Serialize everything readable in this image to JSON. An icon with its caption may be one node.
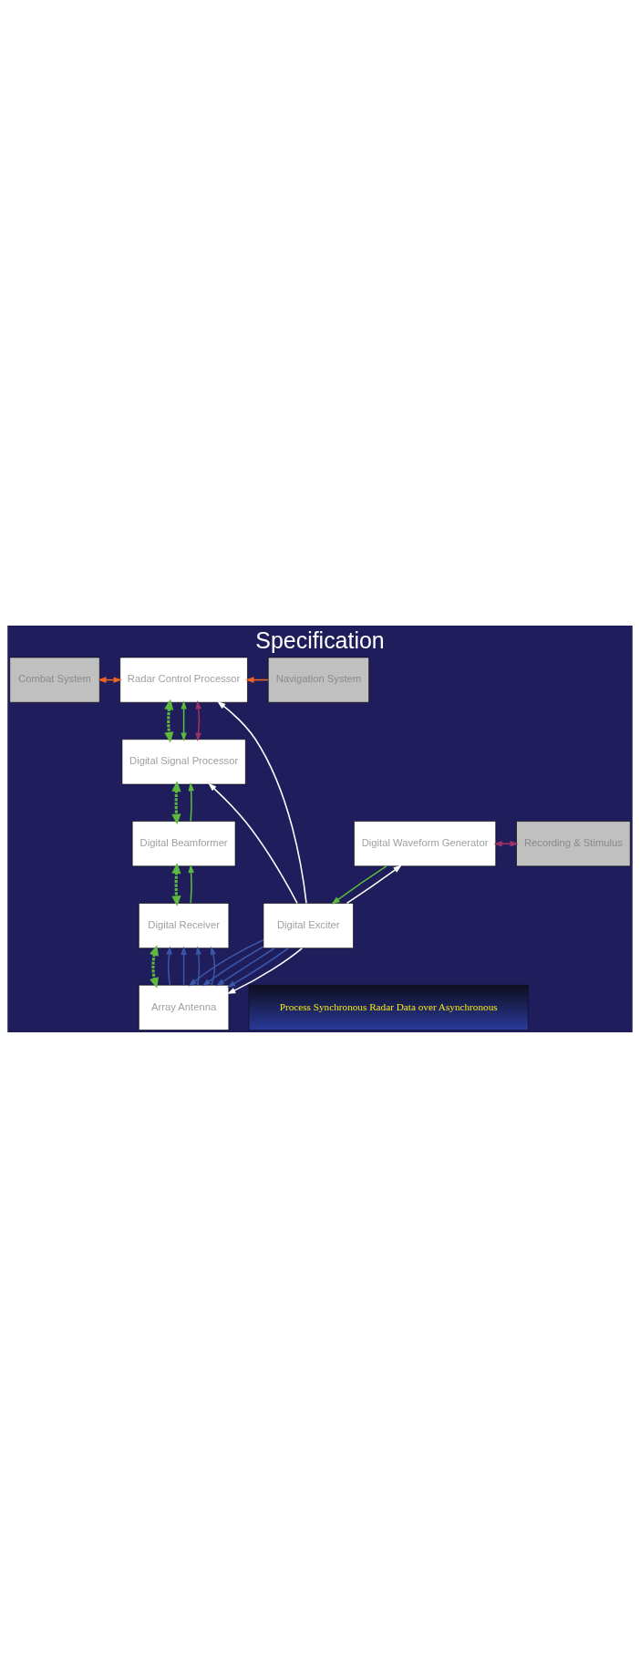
{
  "diagram": {
    "title": "Specification",
    "nodes": [
      {
        "text": [
          "Combat System"
        ]
      },
      {
        "text": [
          "Radar Control Processor"
        ]
      },
      {
        "text": [
          "Navigation System"
        ]
      },
      {
        "text": [
          "Digital Signal Processor"
        ]
      },
      {
        "text": [
          "Digital Beamformer"
        ]
      },
      {
        "text": [
          "Digital Waveform Generator"
        ]
      },
      {
        "text": [
          "Recording & Stimulus"
        ]
      },
      {
        "text": [
          "Digital Receiver"
        ]
      },
      {
        "text": [
          "Digital Exciter"
        ]
      },
      {
        "text": [
          "Array Antenna"
        ]
      },
      {
        "text": [
          "Process Synchronous Radar Data over Asynchronous"
        ]
      }
    ],
    "edges": [
      {
        "from": 0,
        "to": 1,
        "arrow": "both",
        "color": "#f26522"
      },
      {
        "from": 2,
        "to": 1,
        "arrow": "to",
        "color": "#f26522"
      },
      {
        "from": 1,
        "to": 3,
        "arrow": "both",
        "style": "dashed",
        "color": "#5dba3c"
      },
      {
        "from": 3,
        "to": 4,
        "arrow": "both",
        "style": "dashed",
        "color": "#5dba3c"
      },
      {
        "from": 4,
        "to": 7,
        "arrow": "both",
        "style": "dashed",
        "color": "#5dba3c"
      },
      {
        "from": 7,
        "to": 9,
        "arrow": "both",
        "style": "dashed",
        "color": "#5dba3c"
      },
      {
        "from": 1,
        "to": 3,
        "arrow": "both",
        "color": "#5dba3c"
      },
      {
        "from": 1,
        "to": 3,
        "arrow": "both",
        "color": "#9b3366"
      },
      {
        "from": 4,
        "to": 3,
        "arrow": "to",
        "color": "#5dba3c"
      },
      {
        "from": 7,
        "to": 4,
        "arrow": "to",
        "color": "#5dba3c"
      },
      {
        "from": 5,
        "to": 8,
        "arrow": "to",
        "color": "#5dba3c"
      },
      {
        "from": 5,
        "to": 6,
        "arrow": "both",
        "color": "#9b3366"
      },
      {
        "from": 9,
        "to": 7,
        "arrow": "to",
        "color": "#3a56a8"
      },
      {
        "from": 9,
        "to": 7,
        "arrow": "to",
        "color": "#3a56a8"
      },
      {
        "from": 9,
        "to": 7,
        "arrow": "to",
        "color": "#3a56a8"
      },
      {
        "from": 9,
        "to": 7,
        "arrow": "to",
        "color": "#3a56a8"
      },
      {
        "from": 8,
        "to": 9,
        "arrow": "to",
        "color": "#3a56a8"
      },
      {
        "from": 8,
        "to": 9,
        "arrow": "to",
        "color": "#3a56a8"
      },
      {
        "from": 8,
        "to": 9,
        "arrow": "to",
        "color": "#3a56a8"
      },
      {
        "from": 8,
        "to": 9,
        "arrow": "to",
        "color": "#3a56a8"
      },
      {
        "from": 8,
        "to": 1,
        "arrow": "to",
        "color": "#ffffff"
      },
      {
        "from": 8,
        "to": 3,
        "arrow": "to",
        "color": "#ffffff"
      },
      {
        "from": 8,
        "to": 5,
        "arrow": "to",
        "color": "#ffffff"
      },
      {
        "from": 8,
        "to": 9,
        "arrow": "to",
        "color": "#ffffff"
      }
    ]
  }
}
